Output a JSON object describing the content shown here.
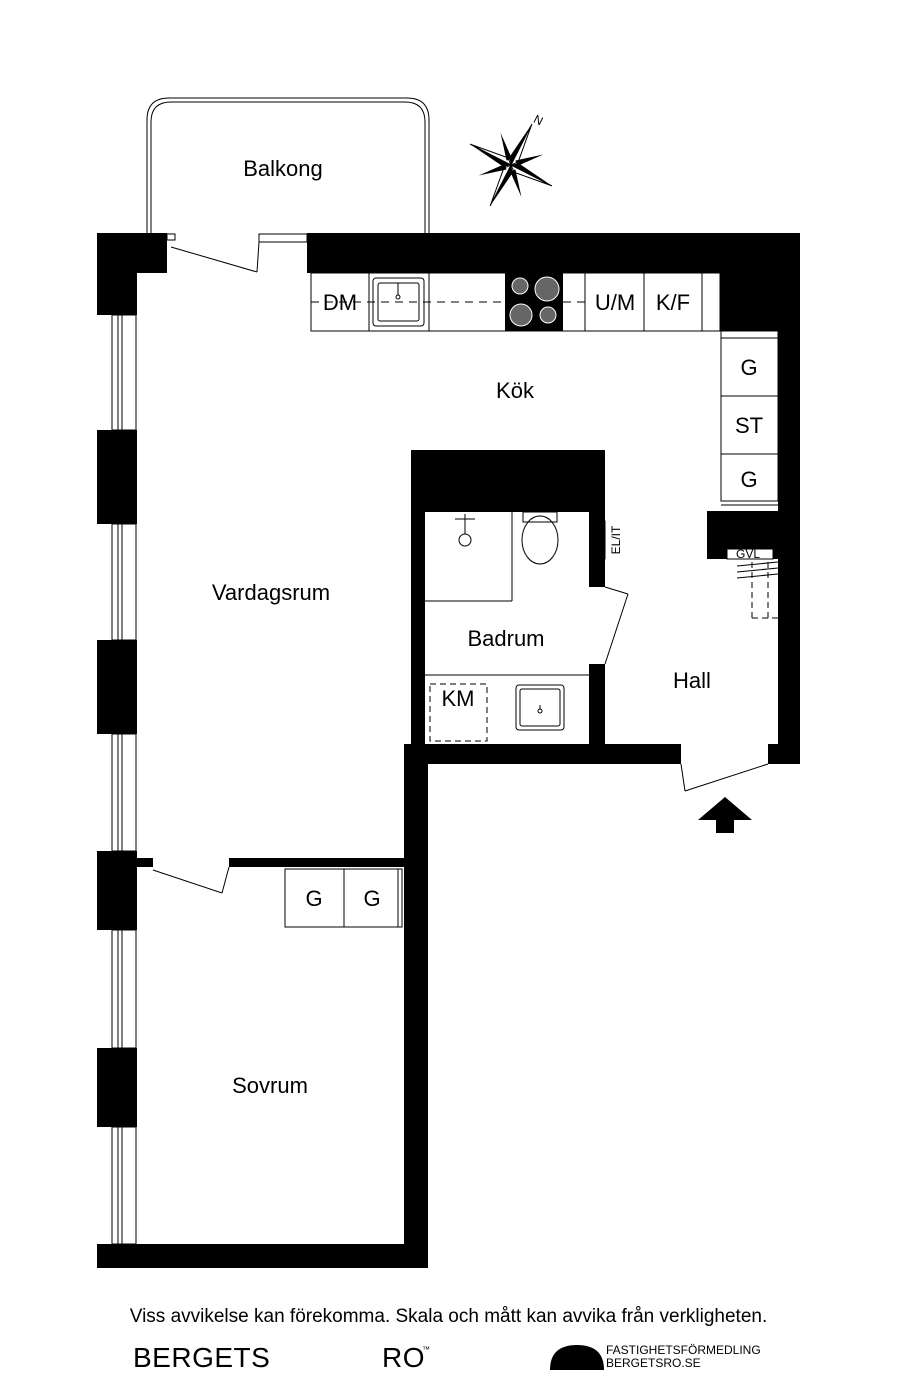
{
  "rooms": {
    "balcony": "Balkong",
    "kitchen": "Kök",
    "living": "Vardagsrum",
    "bath": "Badrum",
    "hall": "Hall",
    "bedroom": "Sovrum"
  },
  "fixtures": {
    "dishwasher": "DM",
    "oven_micro": "U/M",
    "fridge_freezer": "K/F",
    "wardrobe": "G",
    "broom_closet": "ST",
    "electrical": "EL/IT",
    "washer": "KM",
    "drying_cabinet": "GVL"
  },
  "compass": {
    "north": "N"
  },
  "disclaimer": "Viss avvikelse kan förekomma. Skala och mått kan avvika från verkligheten.",
  "brand": {
    "part1": "BERGETS",
    "part2": "RO",
    "tm": "™"
  },
  "agency": {
    "line1": "FASTIGHETSFÖRMEDLING",
    "line2": "BERGETSRO.SE"
  },
  "colors": {
    "wall": "#000000",
    "background": "#ffffff",
    "stove_burner": "#555555"
  }
}
